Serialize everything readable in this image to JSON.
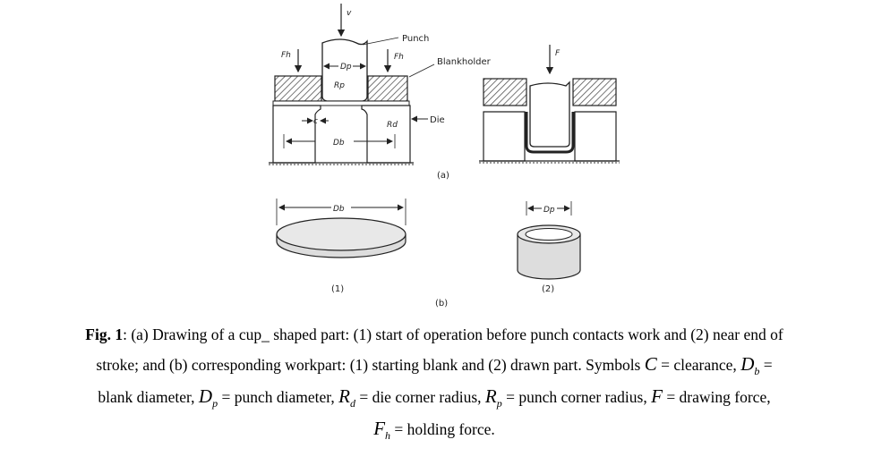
{
  "figure": {
    "labels": {
      "v": "v",
      "punch": "Punch",
      "blankholder": "Blankholder",
      "die": "Die",
      "fh_left": "Fh",
      "fh_right": "Fh",
      "dp_top": "Dp",
      "rp": "Rp",
      "c": "c",
      "db_lower": "Db",
      "rd": "Rd",
      "f": "F",
      "part_a": "(a)",
      "db_blank": "Db",
      "dp_cup": "Dp",
      "blank_num": "(1)",
      "cup_num": "(2)",
      "part_b": "(b)"
    }
  },
  "caption": {
    "fig_label": "Fig. 1",
    "line1": ": (a) Drawing of a cup_ shaped part: (1) start of operation before punch contacts work and (2) near end of",
    "line2": "stroke; and (b) corresponding workpart: (1) starting blank and (2) drawn part. Symbols ",
    "sym_c": "C",
    "c_def": " = clearance, ",
    "sym_db": "D",
    "sub_b": "b",
    "eq_end": " =",
    "blank_def": "blank diameter, ",
    "sym_dp": "D",
    "sub_p": "p",
    "dp_def": " = punch diameter, ",
    "sym_rd": "R",
    "sub_d": "d",
    "rd_def": " = die corner radius, ",
    "sym_rp": "R",
    "sub_p2": "p",
    "rp_def": " = punch corner radius, ",
    "sym_f": "F",
    "f_def": " = drawing force,",
    "sym_fh": "F",
    "sub_h": "h",
    "fh_def": " = holding force."
  }
}
